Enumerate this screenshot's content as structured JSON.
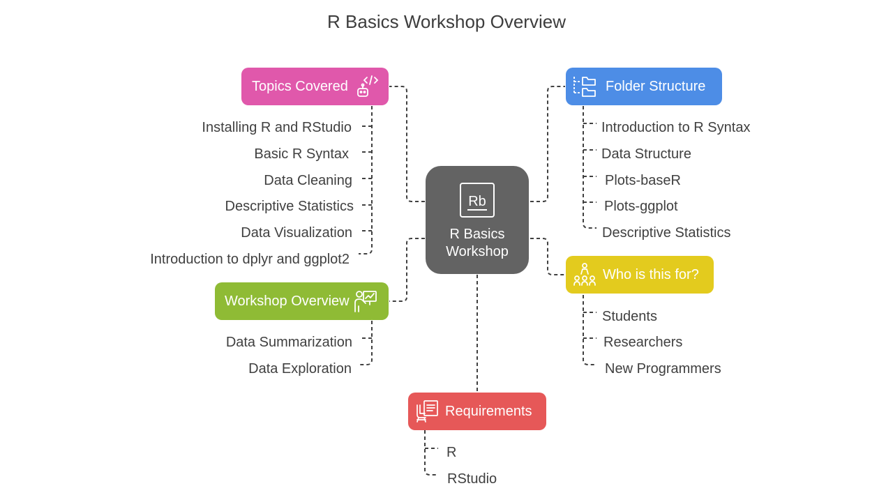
{
  "title": "R Basics Workshop Overview",
  "center": {
    "line1": "R Basics",
    "line2": "Workshop",
    "icon": "rb-logo-icon"
  },
  "colors": {
    "topics": "#e058ab",
    "folder": "#4d8de6",
    "workshop": "#8fbb35",
    "who": "#e3cb1e",
    "requirements": "#e65858",
    "center": "#636363",
    "connector": "#404040"
  },
  "branches": {
    "topics": {
      "label": "Topics Covered",
      "icon": "code-robot-icon",
      "items": [
        "Installing R and RStudio",
        "Basic R Syntax",
        "Data Cleaning",
        "Descriptive Statistics",
        "Data Visualization",
        "Introduction to dplyr and ggplot2"
      ]
    },
    "folder": {
      "label": "Folder Structure",
      "icon": "folder-tree-icon",
      "items": [
        "Introduction to R Syntax",
        "Data Structure",
        "Plots-baseR",
        "Plots-ggplot",
        "Descriptive Statistics"
      ]
    },
    "workshop": {
      "label": "Workshop Overview",
      "icon": "presenter-board-icon",
      "items": [
        "Data Summarization",
        "Data Exploration"
      ]
    },
    "who": {
      "label": "Who is this for?",
      "icon": "audience-icon",
      "items": [
        "Students",
        "Researchers",
        "New Programmers"
      ]
    },
    "requirements": {
      "label": "Requirements",
      "icon": "checklist-icon",
      "items": [
        "R",
        "RStudio"
      ]
    }
  }
}
